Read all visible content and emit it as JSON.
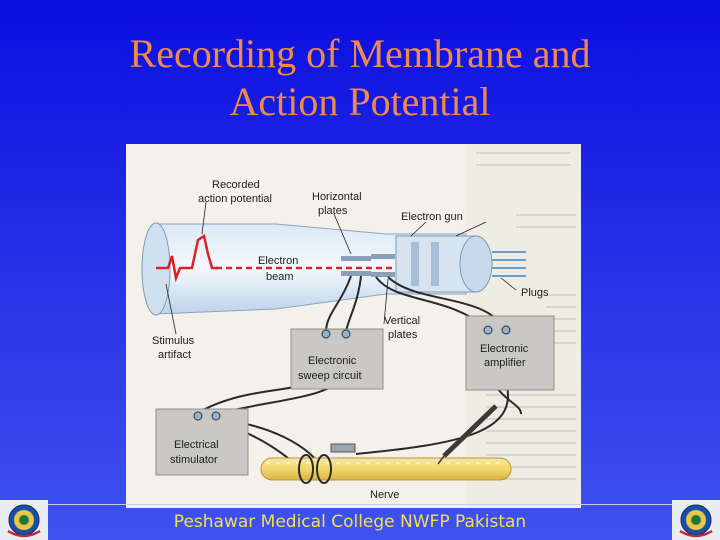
{
  "slide": {
    "title_line1": "Recording of Membrane and",
    "title_line2": "Action Potential",
    "footer": "Peshawar Medical College NWFP Pakistan"
  },
  "diagram": {
    "labels": {
      "recorded": "Recorded",
      "action_potential": "action potential",
      "horizontal": "Horizontal",
      "plates_h": "plates",
      "electron_gun": "Electron gun",
      "electron": "Electron",
      "beam": "beam",
      "plugs": "Plugs",
      "vertical": "Vertical",
      "plates_v": "plates",
      "stimulus": "Stimulus",
      "artifact": "artifact",
      "electronic_sweep": "Electronic",
      "sweep_circuit": "sweep circuit",
      "electronic_amp": "Electronic",
      "amplifier": "amplifier",
      "electrical": "Electrical",
      "stimulator": "stimulator",
      "nerve": "Nerve"
    }
  },
  "colors": {
    "title": "#f08a4a",
    "footer_text": "#f4e04a",
    "slide_bg": "#1a20e4",
    "trace_red": "#d8232a",
    "nerve_yellow": "#f2d76a"
  }
}
